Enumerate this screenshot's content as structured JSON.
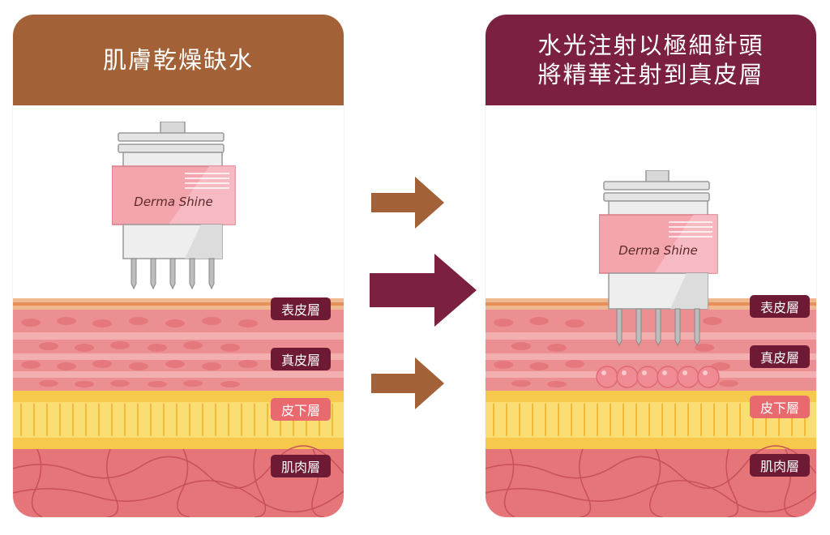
{
  "left_panel": {
    "title_lines": [
      "肌膚乾燥缺水"
    ],
    "header_color": "#a26136"
  },
  "right_panel": {
    "title_lines": [
      "水光注射以極細針頭",
      "將精華注射到真皮層"
    ],
    "header_color": "#7b2040"
  },
  "device": {
    "brand": "Derma Shine",
    "icon": "microneedle-device-icon"
  },
  "layers": {
    "epidermis": "表皮層",
    "dermis": "真皮層",
    "subcutaneous": "皮下層",
    "muscle": "肌肉層"
  },
  "label_colors": {
    "dark": "#6e1a34",
    "light": "#e86a6e"
  },
  "arrows": [
    {
      "icon": "arrow-right-icon",
      "color": "#a26136"
    },
    {
      "icon": "arrow-right-icon",
      "color": "#7b2040"
    },
    {
      "icon": "arrow-right-icon",
      "color": "#a26136"
    }
  ]
}
